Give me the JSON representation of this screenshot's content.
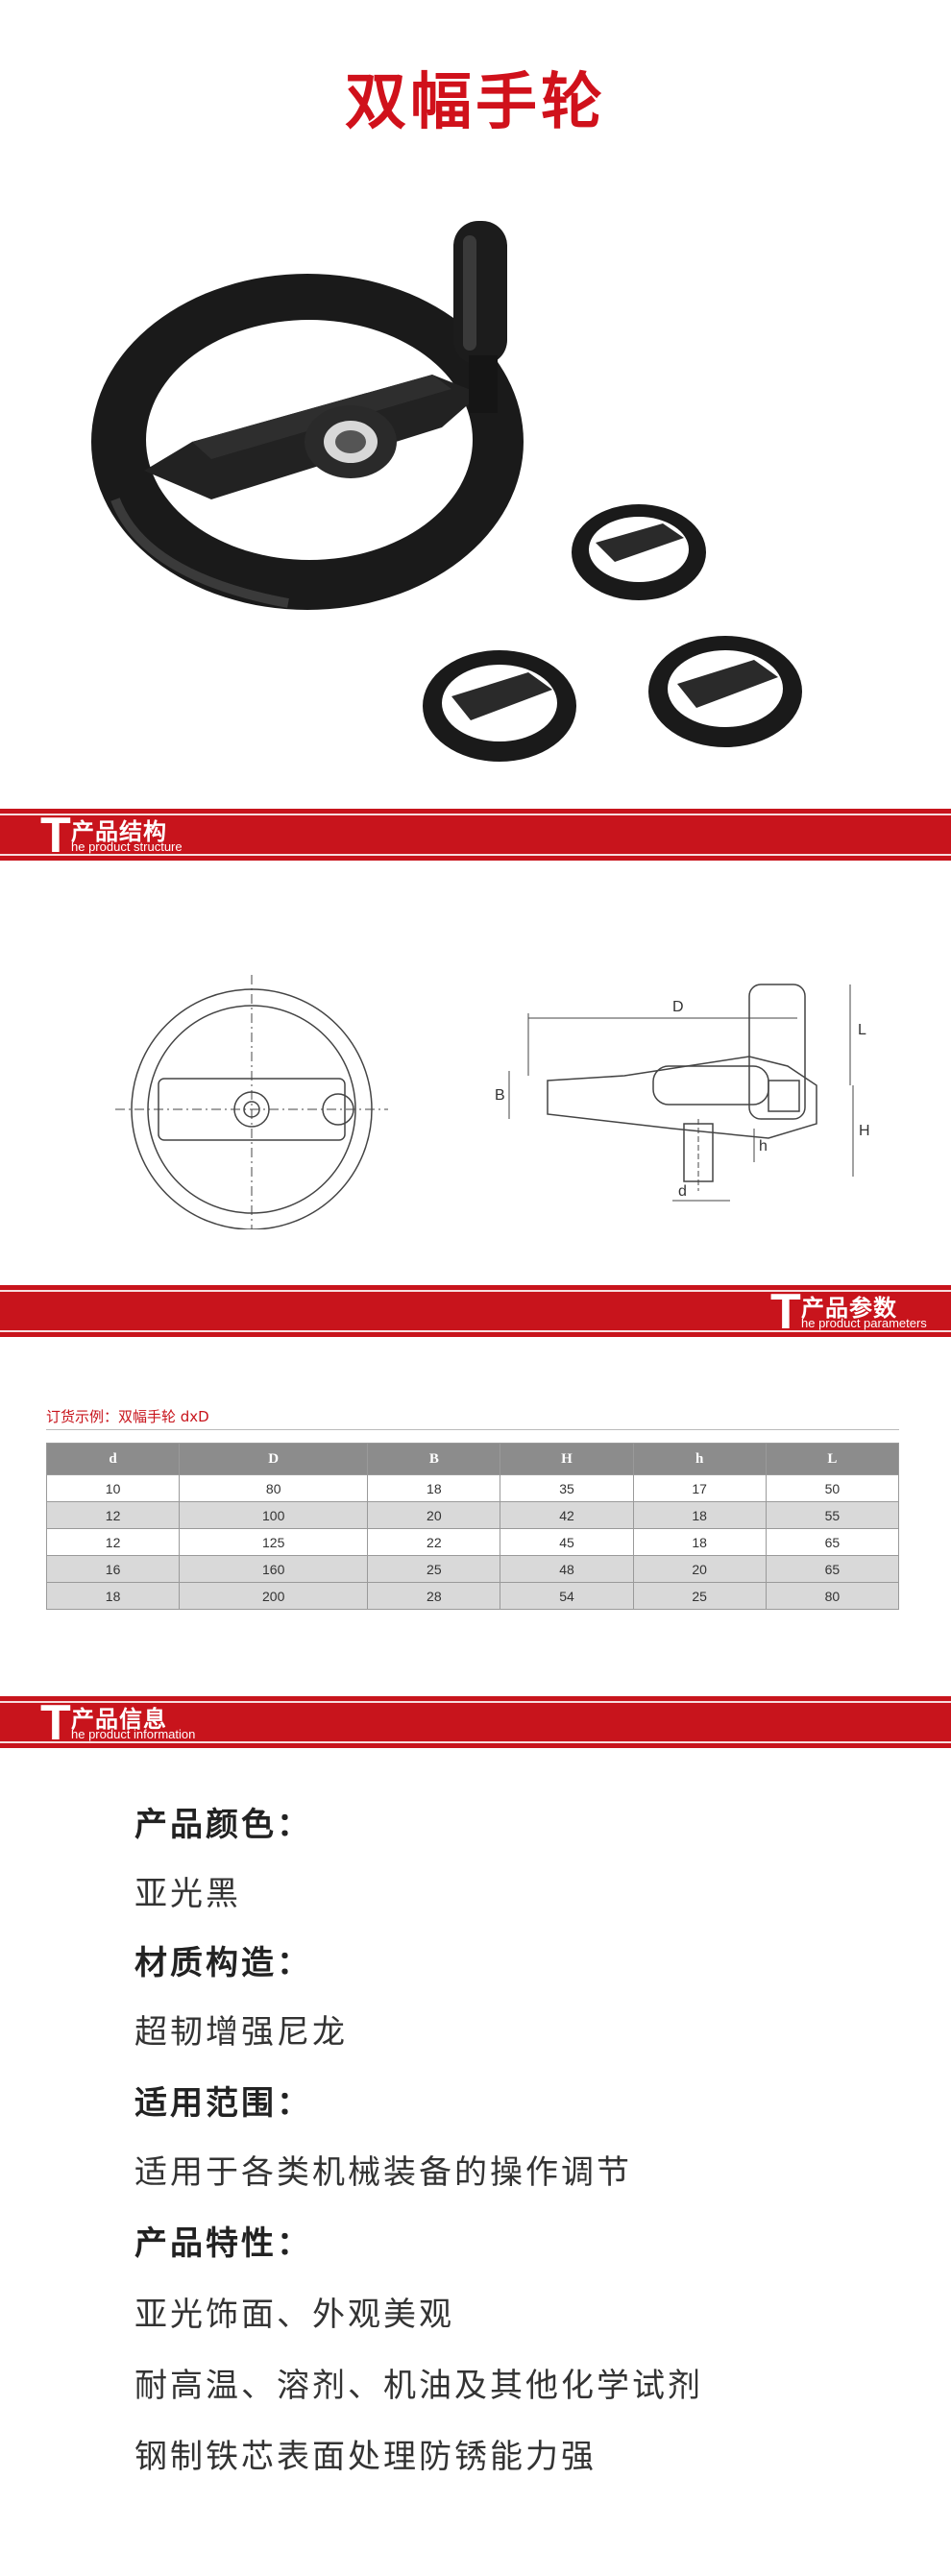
{
  "page": {
    "title": "双幅手轮"
  },
  "sections": {
    "structure": {
      "t": "T",
      "cn": "产品结构",
      "en": "he product structure"
    },
    "parameters": {
      "t": "T",
      "cn": "产品参数",
      "en": "he product parameters"
    },
    "information": {
      "t": "T",
      "cn": "产品信息",
      "en": "he product information"
    }
  },
  "diagram_labels": {
    "D": "D",
    "L": "L",
    "B": "B",
    "H": "H",
    "h": "h",
    "d": "d"
  },
  "parameters": {
    "order_example": "订货示例：双幅手轮 dxD",
    "columns": [
      "d",
      "D",
      "B",
      "H",
      "h",
      "L"
    ],
    "rows": [
      [
        "10",
        "80",
        "18",
        "35",
        "17",
        "50"
      ],
      [
        "12",
        "100",
        "20",
        "42",
        "18",
        "55"
      ],
      [
        "12",
        "125",
        "22",
        "45",
        "18",
        "65"
      ],
      [
        "16",
        "160",
        "25",
        "48",
        "20",
        "65"
      ],
      [
        "18",
        "200",
        "28",
        "54",
        "25",
        "80"
      ]
    ]
  },
  "info": {
    "color_heading": "产品颜色：",
    "color_value": "亚光黑",
    "material_heading": "材质构造：",
    "material_value": "超韧增强尼龙",
    "usage_heading": "适用范围：",
    "usage_value": "适用于各类机械装备的操作调节",
    "features_heading": "产品特性：",
    "features": [
      "亚光饰面、外观美观",
      "耐高温、溶剂、机油及其他化学试剂",
      "钢制铁芯表面处理防锈能力强"
    ]
  },
  "colors": {
    "brand_red": "#c8141c",
    "title_red": "#d0111b",
    "header_gray": "#8c8c8c"
  }
}
